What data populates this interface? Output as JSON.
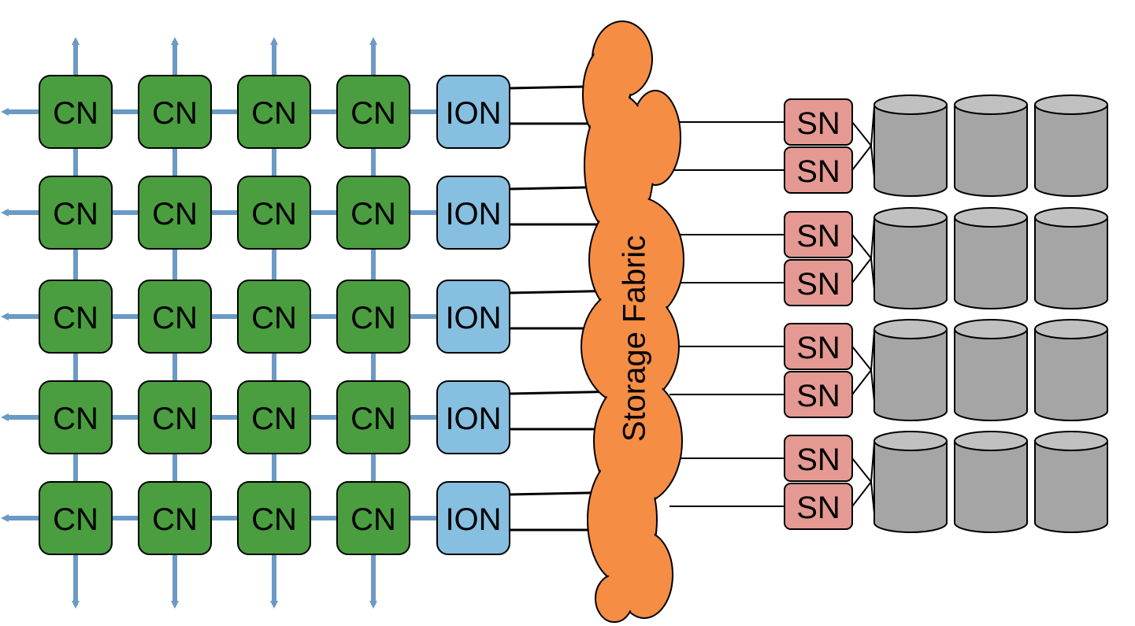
{
  "labels": {
    "compute_node": "CN",
    "io_node": "ION",
    "storage_node": "SN",
    "fabric": "Storage Fabric"
  },
  "colors": {
    "compute_node": "#4a9e3f",
    "io_node": "#86bfe0",
    "storage_node": "#e49a93",
    "fabric": "#f58d45",
    "disk": "#a5a5a5",
    "disk_top": "#c0c0c0",
    "mesh_link": "#6a9ac6"
  },
  "counts": {
    "cn_rows": 5,
    "cn_cols": 4,
    "ion_nodes": 5,
    "storage_groups": 4,
    "sn_per_group": 2,
    "disks_per_group": 3
  }
}
